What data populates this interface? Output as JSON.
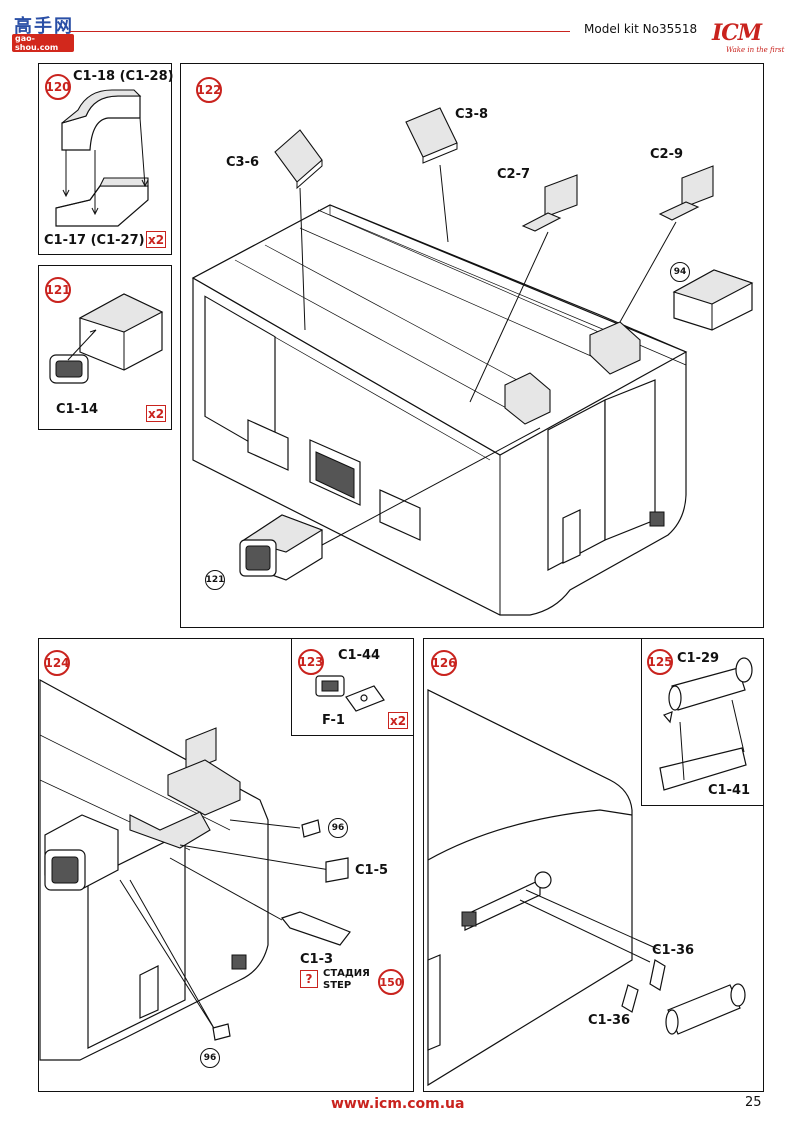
{
  "header": {
    "watermark_cn": "高手网",
    "watermark_url": "gao-shou.com",
    "kit_label": "Model kit No35518",
    "logo": "ICM",
    "logo_tagline": "Wake in the first"
  },
  "steps": {
    "s120": {
      "number": "120",
      "part_top": "C1-18 (C1-28)",
      "part_bottom": "C1-17 (C1-27)",
      "qty": "x2"
    },
    "s121": {
      "number": "121",
      "part": "C1-14",
      "qty": "x2"
    },
    "s122": {
      "number": "122",
      "parts": [
        "C3-6",
        "C3-8",
        "C2-7",
        "C2-9"
      ],
      "ref_a": "94",
      "ref_b": "121"
    },
    "s123": {
      "number": "123",
      "part_top": "C1-44",
      "part_bottom": "F-1",
      "qty": "x2"
    },
    "s124": {
      "number": "124",
      "part_a": "C1-5",
      "part_b": "C1-3",
      "ref_a": "96",
      "ref_b": "96",
      "stage_q": "?",
      "stage_ru": "СТАДИЯ",
      "stage_en": "STEP",
      "stage_num": "150"
    },
    "s125": {
      "number": "125",
      "part_top": "C1-29",
      "part_bottom": "C1-41"
    },
    "s126": {
      "number": "126",
      "part_a": "C1-36",
      "part_b": "C1-36"
    }
  },
  "footer": {
    "url": "www.icm.com.ua",
    "page_number": "25"
  },
  "colors": {
    "accent": "#c9231e",
    "line": "#111111"
  }
}
